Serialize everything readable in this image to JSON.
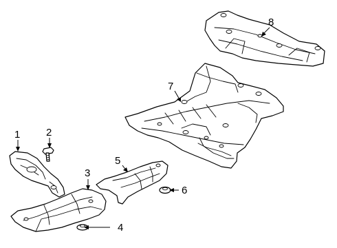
{
  "callouts": [
    {
      "id": "1",
      "text": "1"
    },
    {
      "id": "2",
      "text": "2"
    },
    {
      "id": "3",
      "text": "3"
    },
    {
      "id": "4",
      "text": "4"
    },
    {
      "id": "5",
      "text": "5"
    },
    {
      "id": "6",
      "text": "6"
    },
    {
      "id": "7",
      "text": "7"
    },
    {
      "id": "8",
      "text": "8"
    }
  ]
}
